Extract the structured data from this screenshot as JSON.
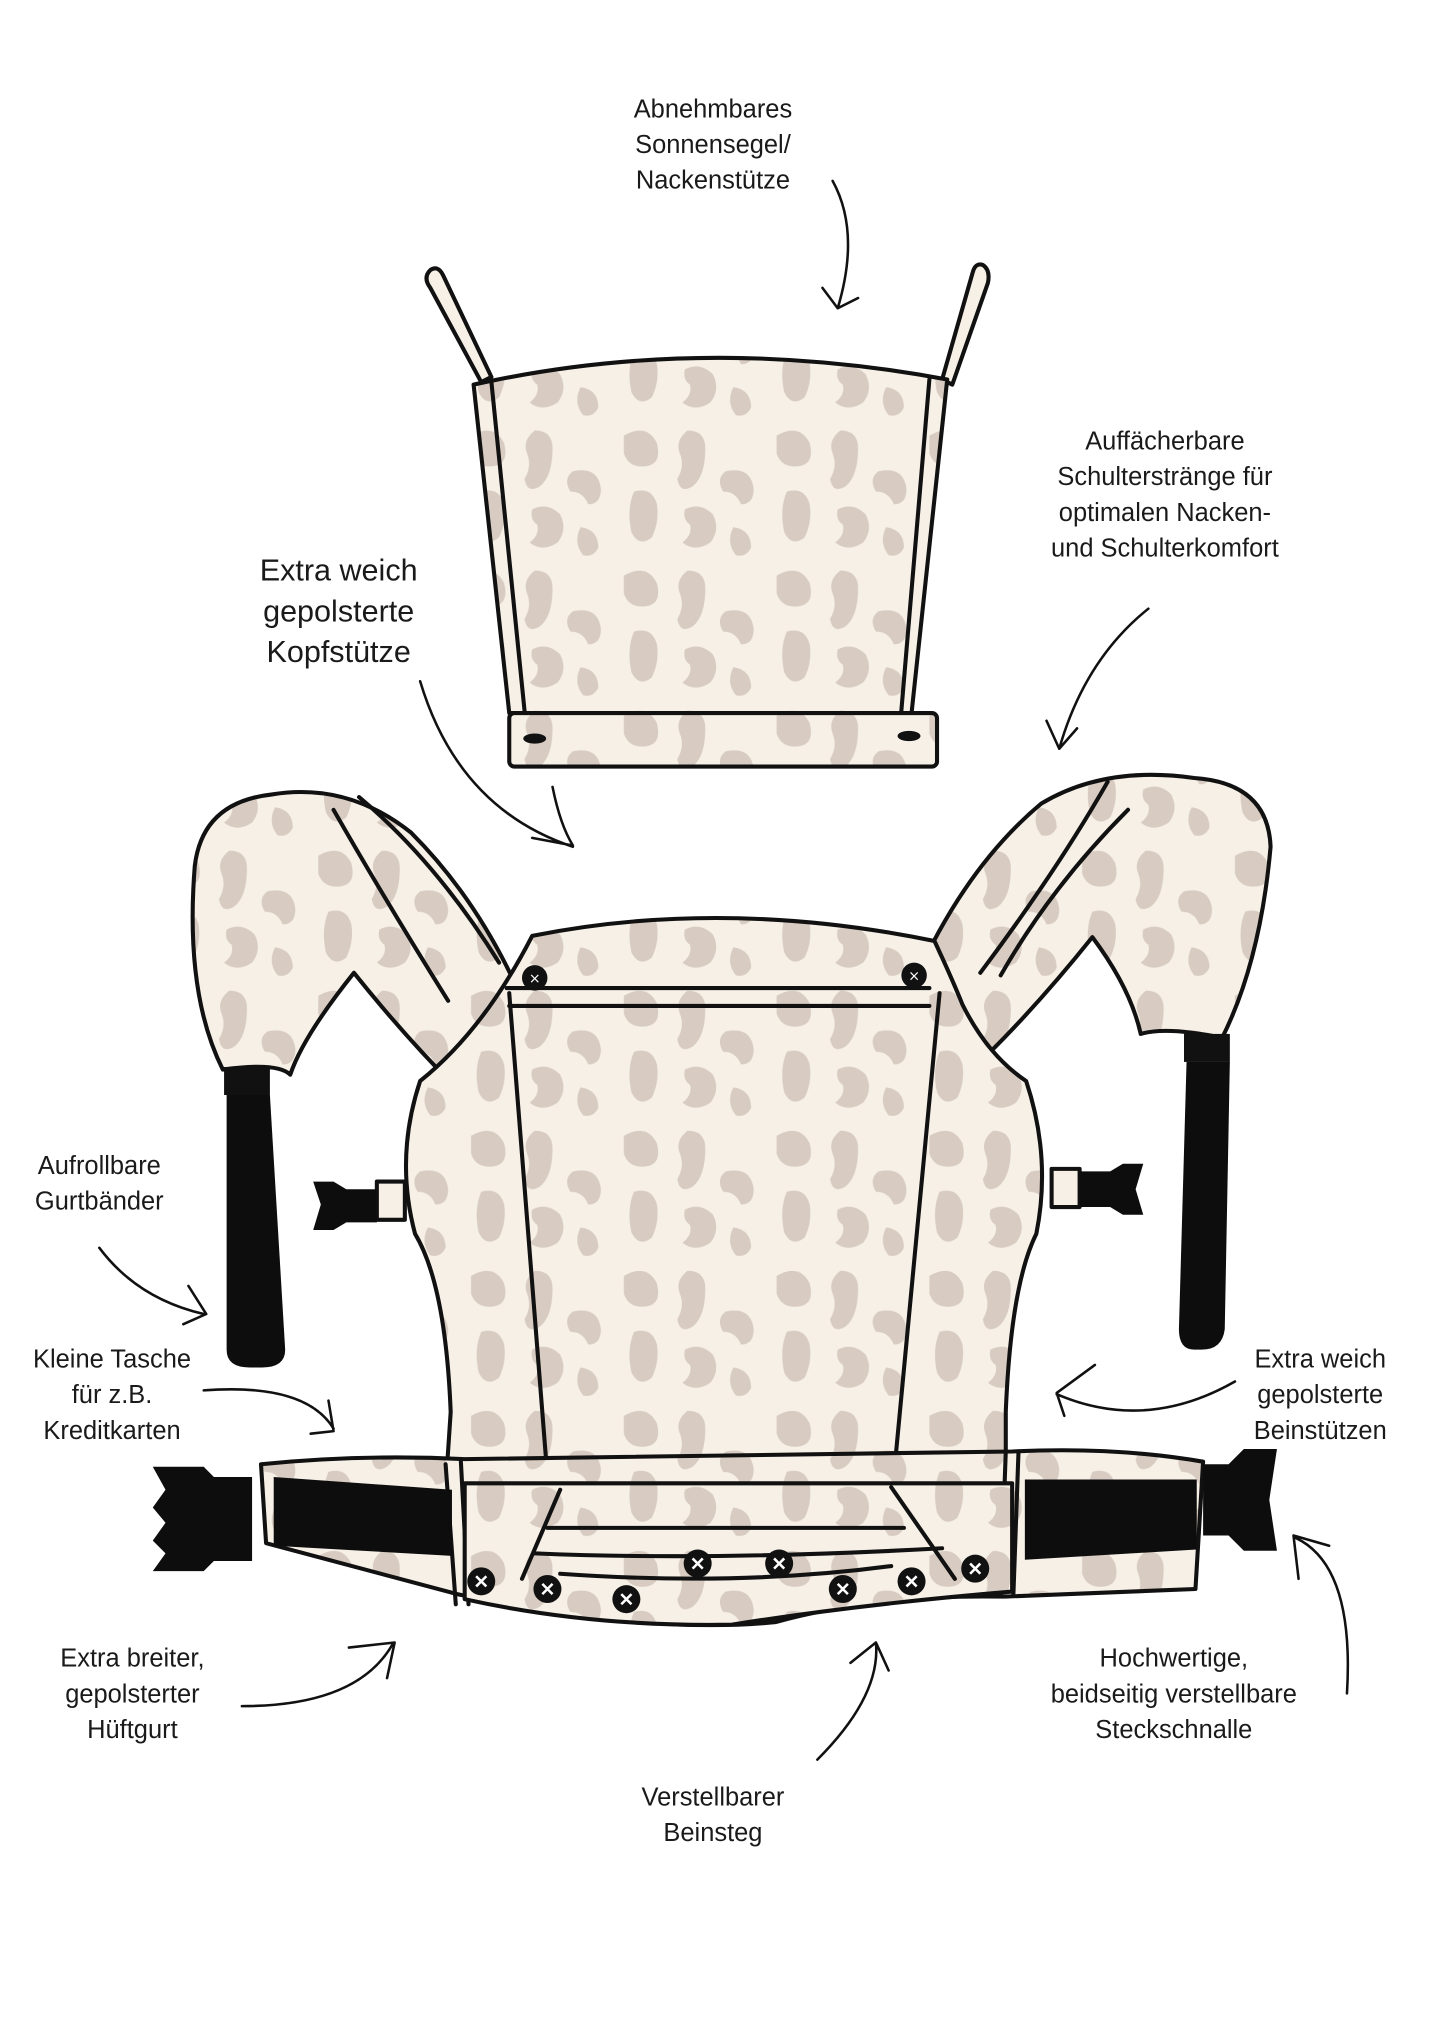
{
  "colors": {
    "fabric": "#f6f0e7",
    "spots": "#d8ccc2",
    "outline": "#111111",
    "webbing": "#0d0d0d"
  },
  "labels": {
    "sun_hood": [
      "Abnehmbares",
      "Sonnensegel/",
      "Nackenstütze"
    ],
    "shoulder_straps": [
      "Auffächerbare",
      "Schulterstränge für",
      "optimalen Nacken-",
      "und Schulterkomfort"
    ],
    "headrest": [
      "Extra weich",
      "gepolsterte",
      "Kopfstütze"
    ],
    "webbing": [
      "Aufrollbare",
      "Gurtbänder"
    ],
    "pocket": [
      "Kleine Tasche",
      "für z.B.",
      "Kreditkarten"
    ],
    "leg_padding": [
      "Extra weich",
      "gepolsterte",
      "Beinstützen"
    ],
    "hip_belt": [
      "Extra breiter,",
      "gepolsterter",
      "Hüftgurt"
    ],
    "buckle": [
      "Hochwertige,",
      "beidseitig verstellbare",
      "Steckschnalle"
    ],
    "seat": [
      "Verstellbarer",
      "Beinsteg"
    ]
  }
}
